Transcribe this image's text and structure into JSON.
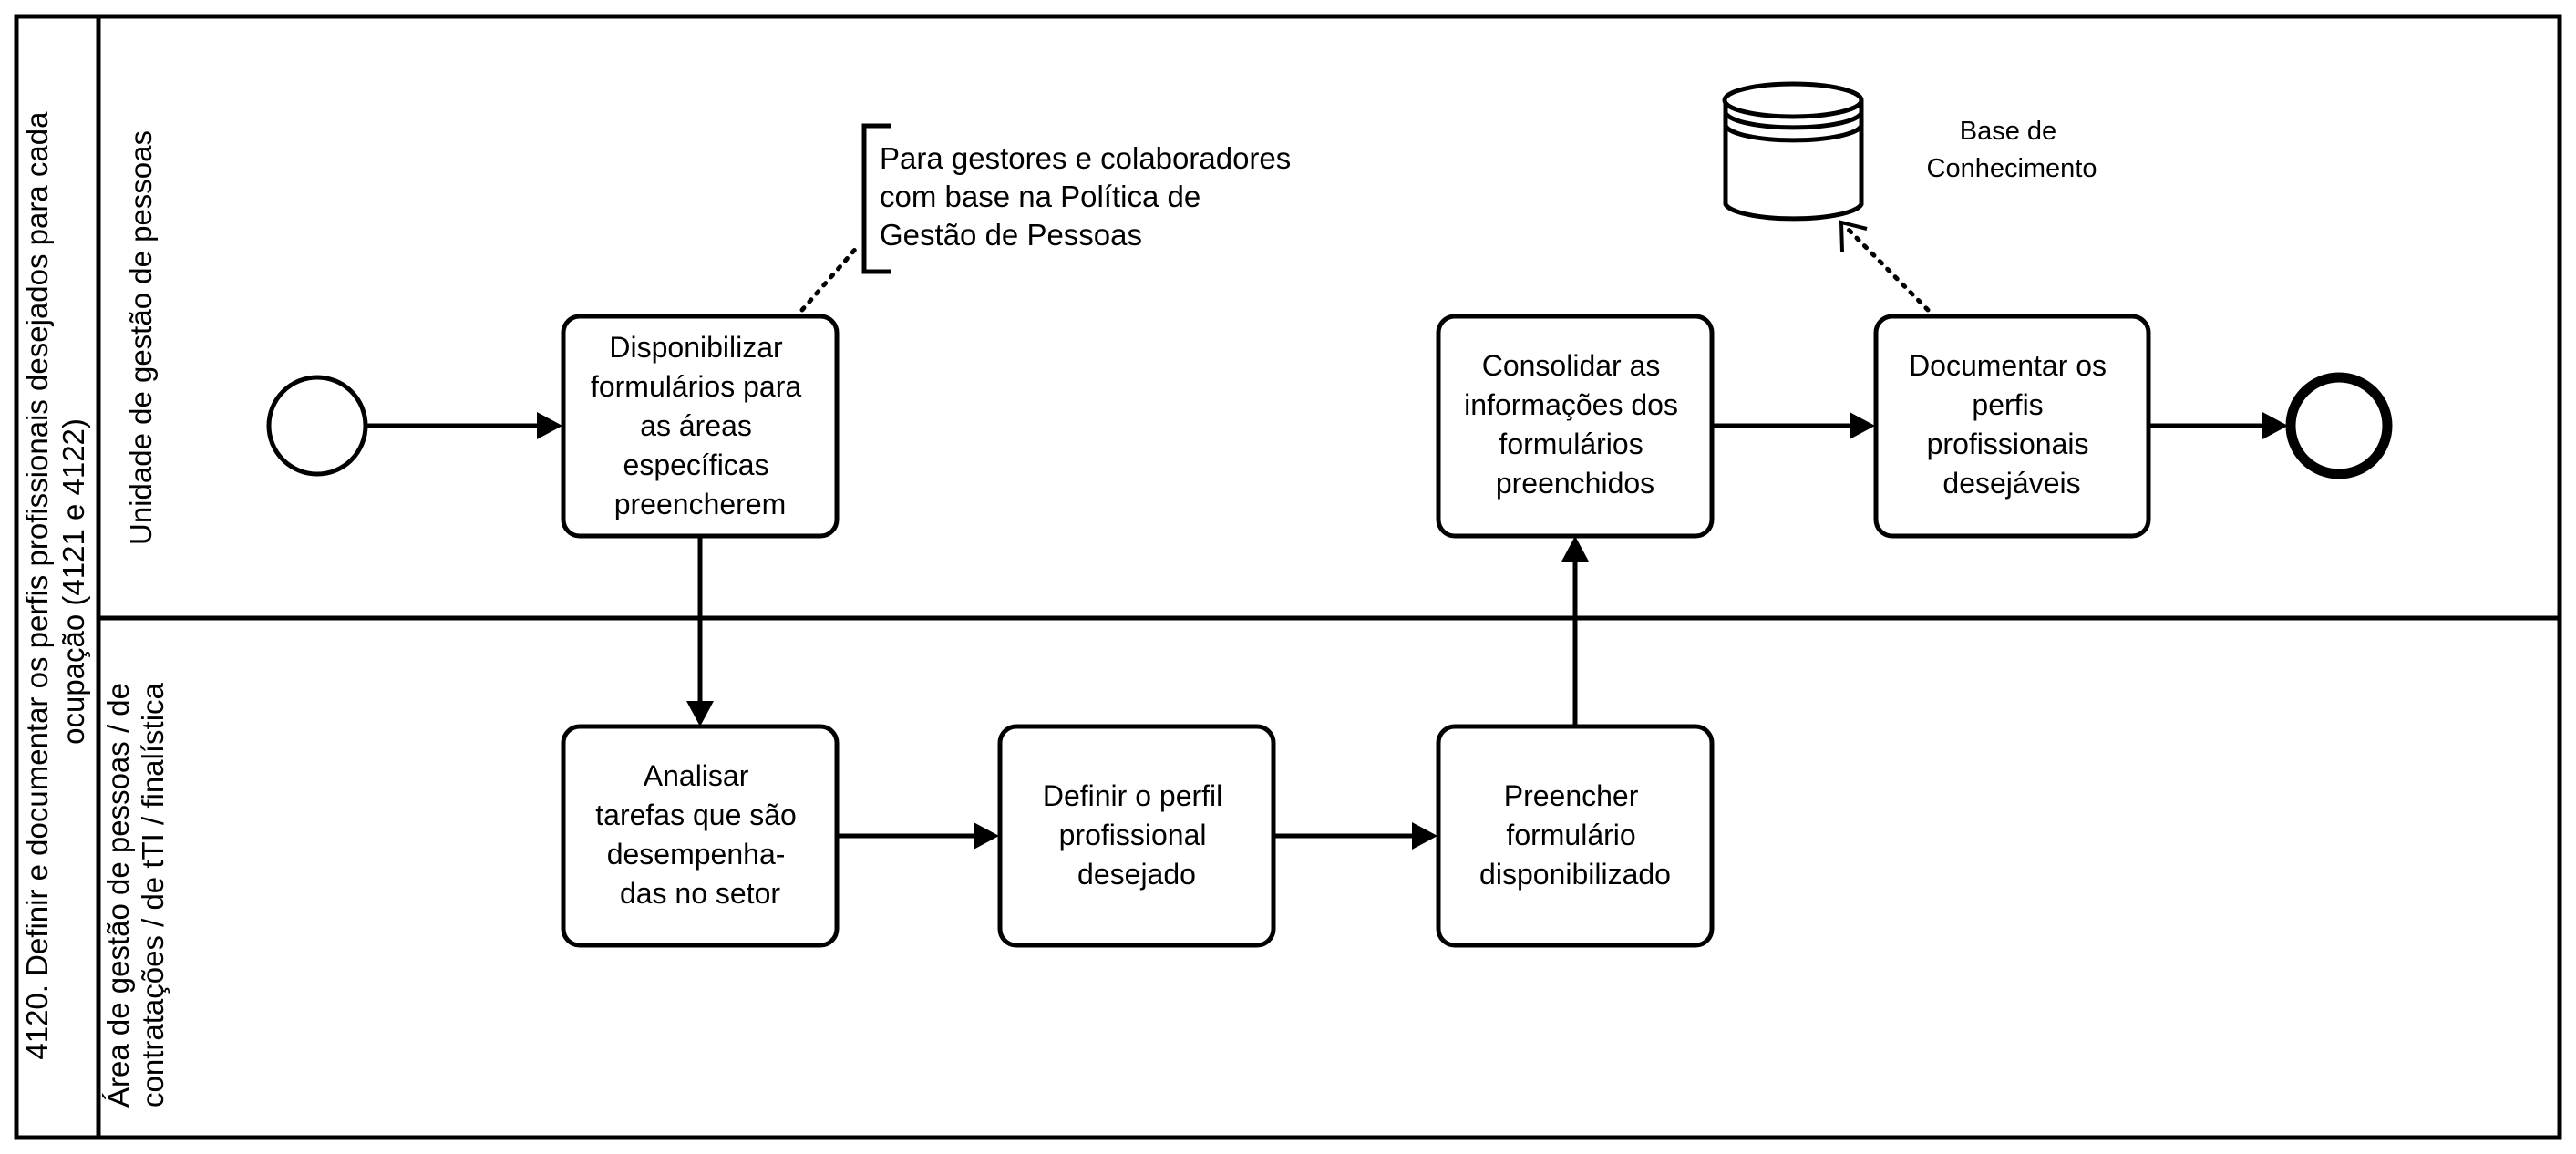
{
  "pool": {
    "label_lines": [
      "4120. Definir e documentar os perfis profissionais desejados para cada",
      "ocupação (4121 e 4122)"
    ]
  },
  "lanes": [
    {
      "id": "lane-1",
      "label_lines": [
        "Unidade de gestão de pessoas"
      ]
    },
    {
      "id": "lane-2",
      "label_lines": [
        "Área de gestão de pessoas / de",
        "contratações / de tTI / finalística"
      ]
    }
  ],
  "tasks": [
    {
      "id": "t1",
      "lines": [
        "Disponibilizar",
        "formulários para",
        "as áreas",
        "específicas",
        "preencherem"
      ]
    },
    {
      "id": "t2",
      "lines": [
        "Analisar",
        "tarefas que são",
        "desempenha-",
        "das no setor"
      ]
    },
    {
      "id": "t3",
      "lines": [
        "Definir o perfil",
        "profissional",
        "desejado"
      ]
    },
    {
      "id": "t4",
      "lines": [
        "Preencher",
        "formulário",
        "disponibilizado"
      ]
    },
    {
      "id": "t5",
      "lines": [
        "Consolidar as",
        "informações dos",
        "formulários",
        "preenchidos"
      ]
    },
    {
      "id": "t6",
      "lines": [
        "Documentar os",
        "perfis",
        "profissionais",
        "desejáveis"
      ]
    }
  ],
  "annotation": {
    "lines": [
      "Para gestores e colaboradores",
      "com base na Política de",
      "Gestão de Pessoas"
    ]
  },
  "datastore": {
    "lines": [
      "Base de",
      "Conhecimento"
    ]
  },
  "colors": {
    "stroke": "#000000",
    "fill": "#ffffff"
  }
}
